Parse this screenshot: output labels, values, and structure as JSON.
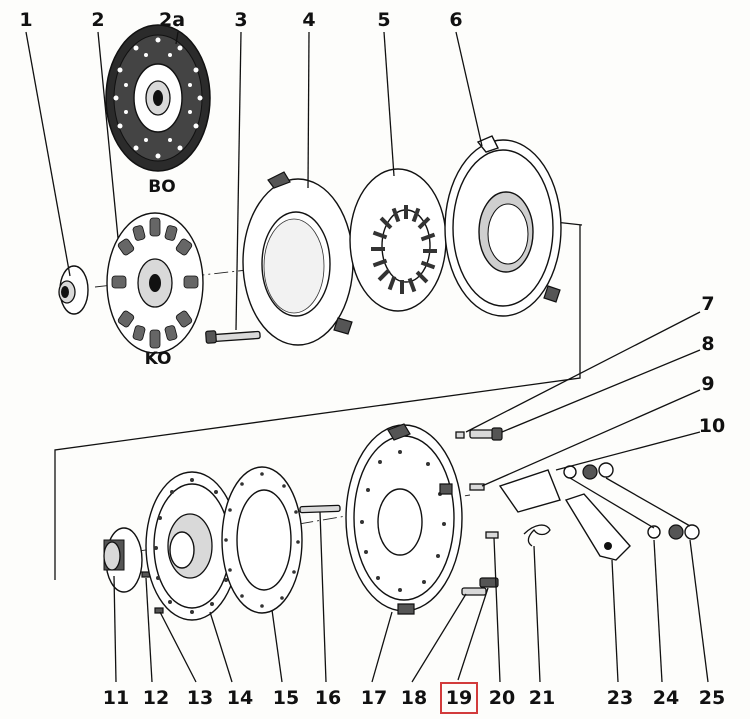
{
  "callouts_top": [
    "1",
    "2",
    "2a",
    "3",
    "4",
    "5",
    "6"
  ],
  "callouts_right": [
    "7",
    "8",
    "9",
    "10"
  ],
  "callouts_bottom": [
    "11",
    "12",
    "13",
    "14",
    "15",
    "16",
    "17",
    "18",
    "19",
    "20",
    "21",
    "23",
    "24",
    "25"
  ],
  "variant_labels": [
    "BO",
    "KO"
  ],
  "highlight": {
    "callout": "19",
    "color": "#d23b3b"
  }
}
